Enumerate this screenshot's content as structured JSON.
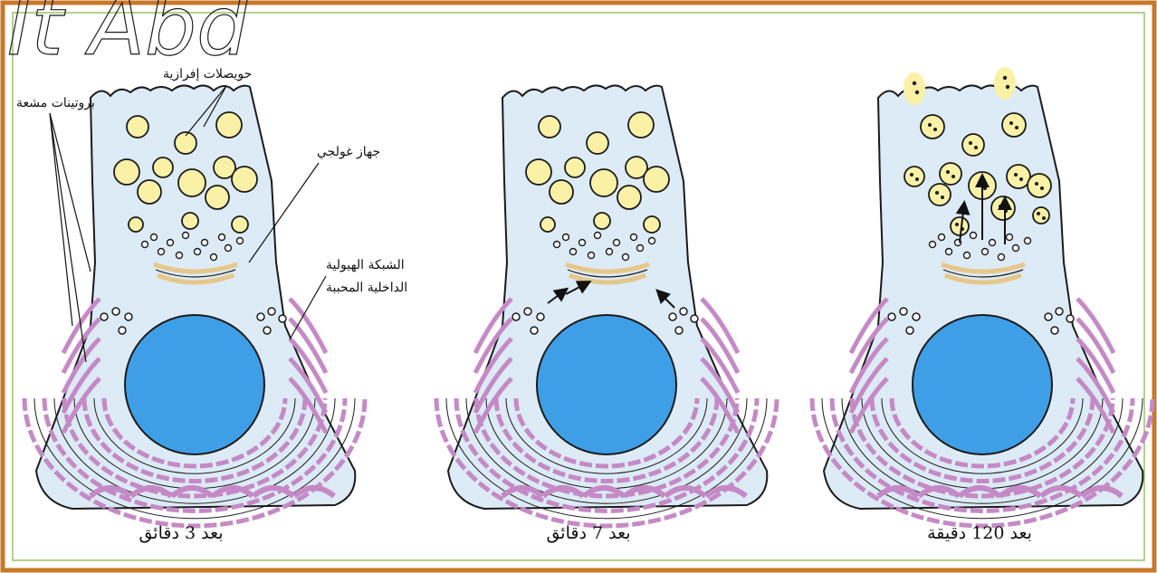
{
  "watermark": "It Abd",
  "labels": {
    "secretory_vesicles": "حويصلات إفرازية",
    "radioactive_proteins": "بروتينات مشعة",
    "golgi_apparatus": "جهاز غولجي",
    "rough_er_line1": "الشبكة الهيولية",
    "rough_er_line2": "الداخلية المحببة"
  },
  "panels": [
    {
      "caption": "بعد 3 دقائق"
    },
    {
      "caption": "بعد 7 دقائق"
    },
    {
      "caption": "بعد 120 دقيقة"
    }
  ],
  "colors": {
    "frame_border": "#c8782a",
    "inner_border": "#9cc06a",
    "cytoplasm": "#dcebf6",
    "nucleus": "#3f9fe6",
    "vesicle": "#fbf1a6",
    "rough_er": "#c58ac6",
    "golgi": "#e7c78a",
    "outline": "#1b1b1b"
  }
}
